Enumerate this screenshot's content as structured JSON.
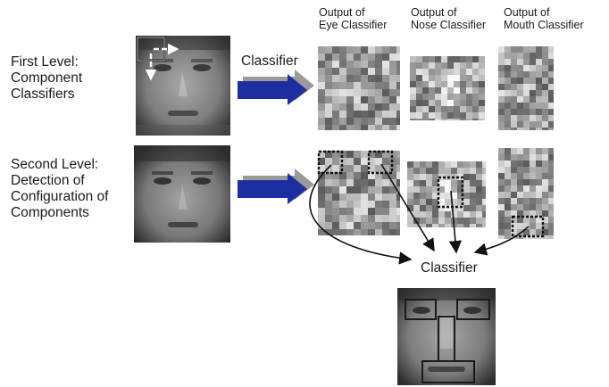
{
  "labels": {
    "first_level": "First Level:\nComponent\nClassifiers",
    "second_level": "Second Level:\nDetection of\nConfiguration of\nComponents",
    "classifier_arrow": "Classifier",
    "classifier_final": "Classifier"
  },
  "column_headers": [
    "Output of\nEye Classifier",
    "Output of\nNose Classifier",
    "Output of\nMouth Classifier"
  ],
  "colors": {
    "arrow_fill": "#1c2ea0",
    "arrow_shadow": "#9a9a9a",
    "box_stroke": "#2a2a2a"
  }
}
